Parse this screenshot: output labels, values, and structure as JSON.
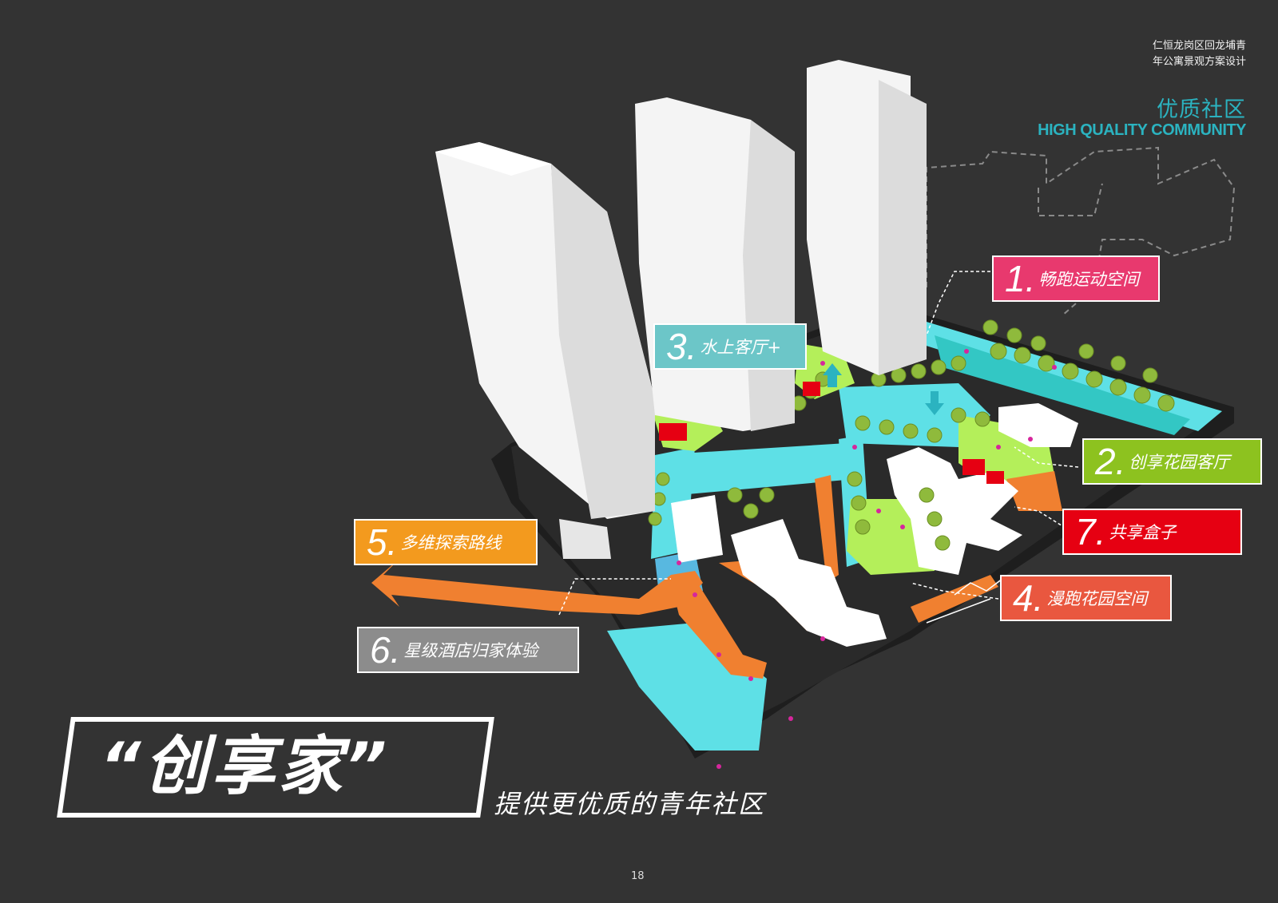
{
  "header": {
    "project_line1": "仁恒龙岗区回龙埔青",
    "project_line2": "年公寓景观方案设计",
    "section_cn": "优质社区",
    "section_en": "HIGH QUALITY COMMUNITY"
  },
  "labels": [
    {
      "num": "1.",
      "text": "畅跑运动空间",
      "color": "#e8396e"
    },
    {
      "num": "2.",
      "text": "创享花园客厅",
      "color": "#8dc21f"
    },
    {
      "num": "3.",
      "text": "水上客厅+",
      "color": "#6cc6c8"
    },
    {
      "num": "4.",
      "text": "漫跑花园空间",
      "color": "#e9573f"
    },
    {
      "num": "5.",
      "text": "多维探索路线",
      "color": "#f39a1e"
    },
    {
      "num": "6.",
      "text": "星级酒店归家体验",
      "color": "#8c8c8c"
    },
    {
      "num": "7.",
      "text": "共享盒子",
      "color": "#e60012"
    }
  ],
  "slogan": "“创享家”",
  "subslogan": "提供更优质的青年社区",
  "page_number": "18",
  "colors": {
    "background": "#333333",
    "accent": "#2bb3c0",
    "water": "#5ee0e6",
    "lawn": "#b4ef5a",
    "path": "#f08030",
    "tree": "#8fba3c"
  }
}
